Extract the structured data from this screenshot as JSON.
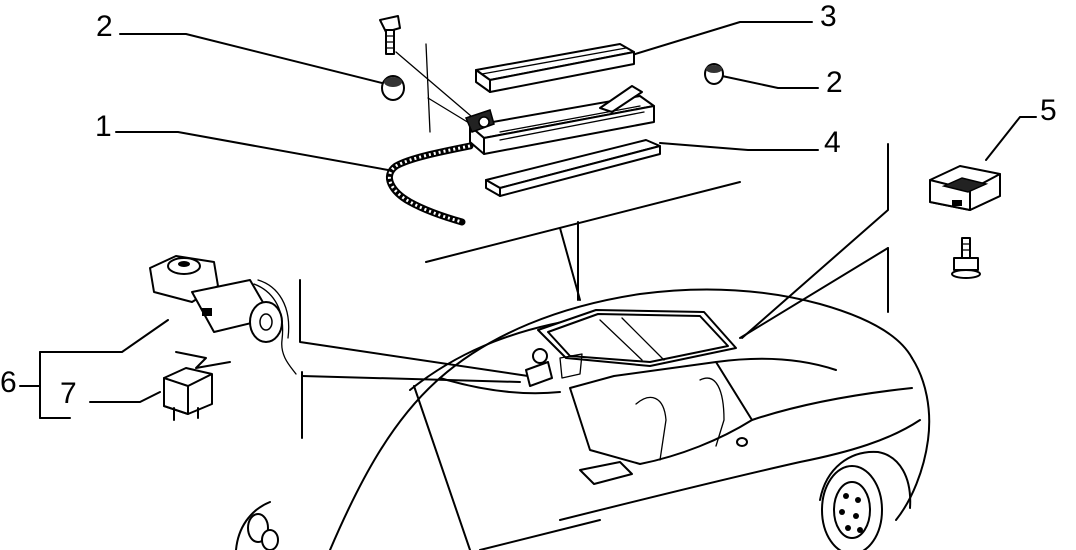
{
  "callouts": {
    "c1": "1",
    "c2a": "2",
    "c2b": "2",
    "c3": "3",
    "c4": "4",
    "c5": "5",
    "c6": "6",
    "c7": "7"
  }
}
